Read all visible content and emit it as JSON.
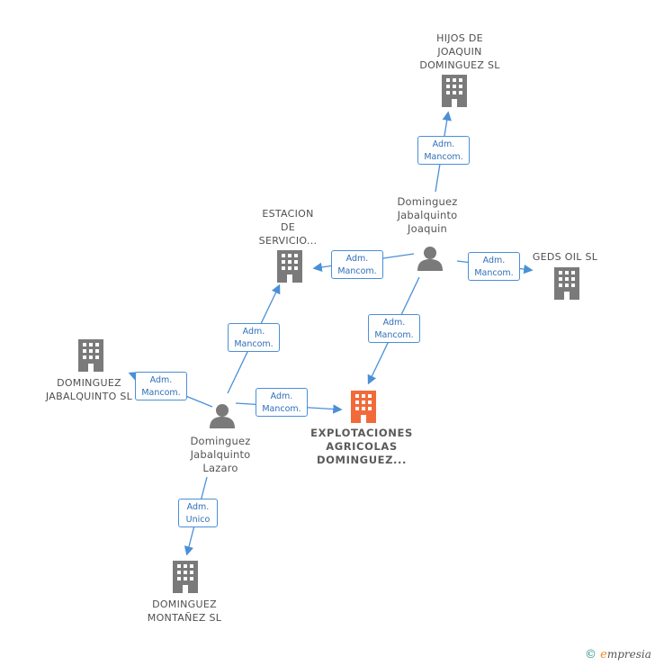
{
  "nodes": {
    "hijos": {
      "label": "HIJOS DE\nJOAQUIN\nDOMINGUEZ SL",
      "kind": "company"
    },
    "estacion": {
      "label": "ESTACION\nDE\nSERVICIO...",
      "kind": "company"
    },
    "geds": {
      "label": "GEDS OIL  SL",
      "kind": "company"
    },
    "jabalquinto_sl": {
      "label": "DOMINGUEZ\nJABALQUINTO SL",
      "kind": "company"
    },
    "explotaciones": {
      "label": "EXPLOTACIONES\nAGRICOLAS\nDOMINGUEZ...",
      "kind": "main-company"
    },
    "montanez": {
      "label": "DOMINGUEZ\nMONTAÑEZ  SL",
      "kind": "company"
    },
    "joaquin": {
      "label": "Dominguez\nJabalquinto\nJoaquin",
      "kind": "person"
    },
    "lazaro": {
      "label": "Dominguez\nJabalquinto\nLazaro",
      "kind": "person"
    }
  },
  "edges": [
    {
      "id": "e1",
      "line1": "Adm.",
      "line2": "Mancom."
    },
    {
      "id": "e2",
      "line1": "Adm.",
      "line2": "Mancom."
    },
    {
      "id": "e3",
      "line1": "Adm.",
      "line2": "Mancom."
    },
    {
      "id": "e4",
      "line1": "Adm.",
      "line2": "Mancom."
    },
    {
      "id": "e5",
      "line1": "Adm.",
      "line2": "Mancom."
    },
    {
      "id": "e6",
      "line1": "Adm.",
      "line2": "Mancom."
    },
    {
      "id": "e7",
      "line1": "Adm.",
      "line2": "Mancom."
    },
    {
      "id": "e8",
      "line1": "Adm.",
      "line2": "Unico"
    }
  ],
  "colors": {
    "company": "#7a7a7a",
    "main": "#f26a3a",
    "person": "#7a7a7a",
    "edge": "#4a8fd8"
  },
  "footer": {
    "copyright": "©",
    "brand_initial": "e",
    "brand_rest": "mpresia"
  }
}
